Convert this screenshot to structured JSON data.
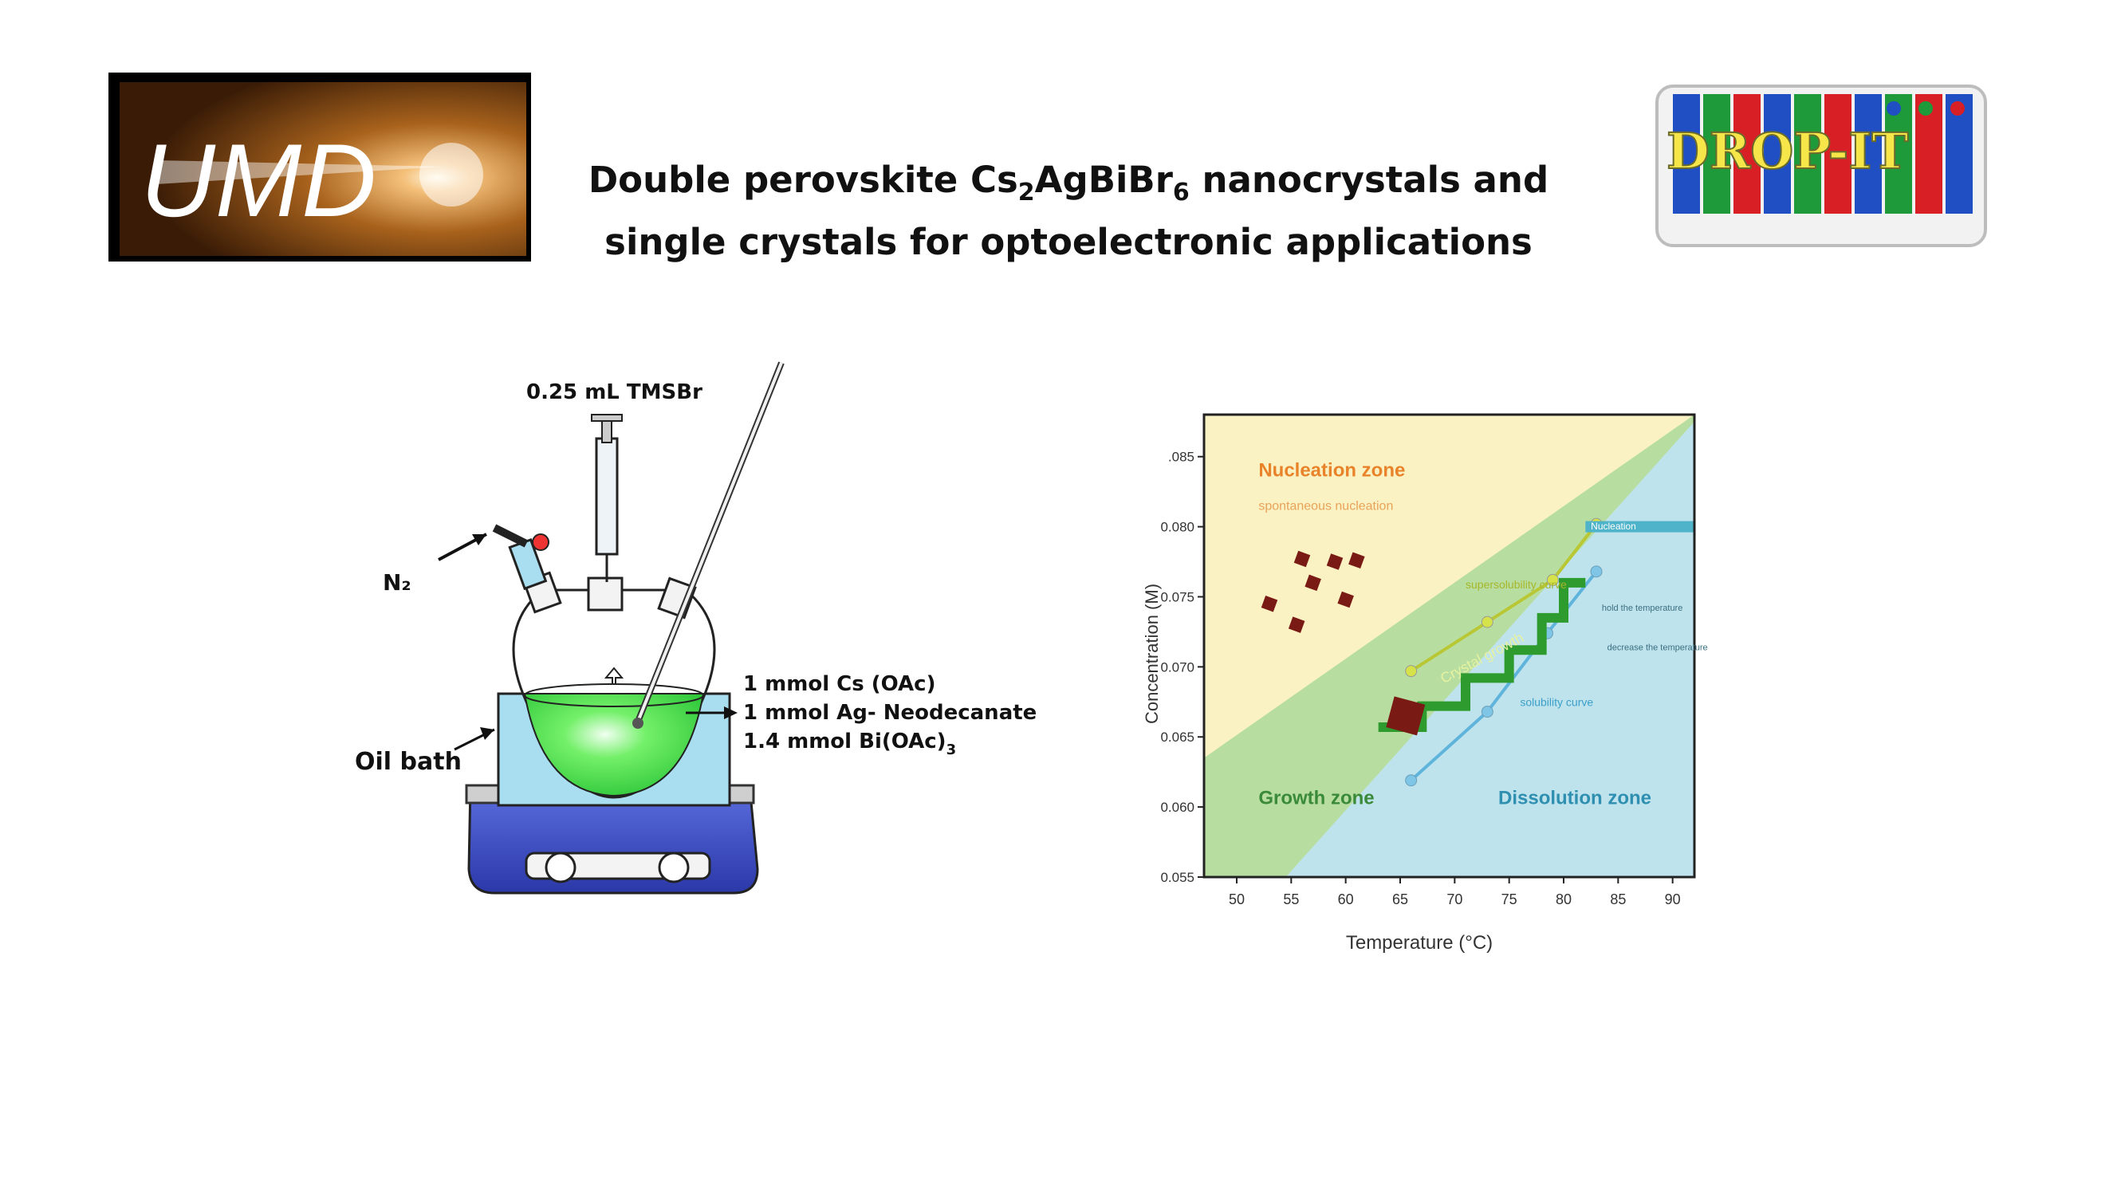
{
  "logos": {
    "left_text": "UMD",
    "right_text": "DROP-IT"
  },
  "title": {
    "line1_pre": "Double perovskite Cs",
    "line1_sub1": "2",
    "line1_mid": "AgBiBr",
    "line1_sub2": "6",
    "line1_post": " nanocrystals and",
    "line2": "single crystals for optoelectronic applications"
  },
  "apparatus": {
    "syringe_label": "0.25 mL TMSBr",
    "gas_label": "N₂",
    "bath_label": "Oil bath",
    "reagent1": "1 mmol Cs (OAc)",
    "reagent2": "1 mmol Ag- Neodecanate",
    "reagent3_pre": "1.4 mmol Bi(OAc)",
    "reagent3_sub": "3"
  },
  "chart_data": {
    "type": "area",
    "xlabel": "Temperature (°C)",
    "ylabel": "Concentration (M)",
    "xlim": [
      47,
      92
    ],
    "ylim": [
      0.055,
      0.088
    ],
    "x_ticks": [
      50,
      55,
      60,
      65,
      70,
      75,
      80,
      85,
      90
    ],
    "y_ticks": [
      0.055,
      0.06,
      0.065,
      0.07,
      0.075,
      0.08,
      0.085
    ],
    "y_tick_labels": [
      "0.055",
      "0.060",
      "0.065",
      "0.070",
      "0.075",
      "0.080",
      ".085"
    ],
    "zones": {
      "nucleation": "Nucleation zone",
      "nucleation_sub": "spontaneous nucleation",
      "growth": "Growth zone",
      "dissolution": "Dissolution zone"
    },
    "annotations": {
      "supersolubility": "supersolubility curve",
      "solubility": "solubility curve",
      "crystal_growth": "Crystal growth",
      "nucleation_tag": "Nucleation",
      "hold": "hold the temperature",
      "decrease": "decrease the temperature"
    },
    "series": [
      {
        "name": "supersolubility curve",
        "x": [
          66,
          73,
          79,
          83
        ],
        "y": [
          0.0697,
          0.0732,
          0.0762,
          0.0802
        ]
      },
      {
        "name": "solubility curve",
        "x": [
          66,
          73,
          78.5,
          83
        ],
        "y": [
          0.0619,
          0.0668,
          0.0724,
          0.0768
        ]
      }
    ],
    "colors": {
      "nucleation_bg": "#fbf2c3",
      "growth_band": "#b7dea0",
      "dissolution_bg": "#bfe3ec",
      "supersol": "#d6e24a",
      "sol": "#7ec5e6"
    }
  }
}
